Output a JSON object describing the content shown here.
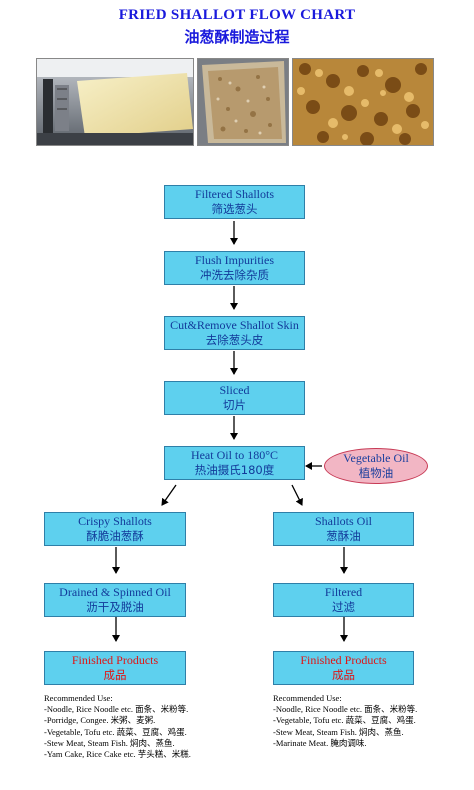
{
  "title_en": "FRIED SHALLOT FLOW CHART",
  "title_zh": "油葱酥制造过程",
  "steps": [
    {
      "en": "Filtered Shallots",
      "zh": "筛选葱头"
    },
    {
      "en": "Flush Impurities",
      "zh": "冲洗去除杂质"
    },
    {
      "en": "Cut&Remove Shallot Skin",
      "zh": "去除葱头皮"
    },
    {
      "en": "Sliced",
      "zh": "切片"
    },
    {
      "en": "Heat Oil to 180°C",
      "zh": "热油摄氏180度"
    }
  ],
  "oil": {
    "en": "Vegetable Oil",
    "zh": "植物油"
  },
  "left_branch": [
    {
      "en": "Crispy Shallots",
      "zh": "酥脆油葱酥"
    },
    {
      "en": "Drained & Spinned Oil",
      "zh": "沥干及脱油"
    },
    {
      "en": "Finished Products",
      "zh": "成品"
    }
  ],
  "right_branch": [
    {
      "en": "Shallots Oil",
      "zh": "葱酥油"
    },
    {
      "en": "Filtered",
      "zh": "过滤"
    },
    {
      "en": "Finished Products",
      "zh": "成品"
    }
  ],
  "uses_left": {
    "heading": "Recommended Use:",
    "items": [
      "-Noodle, Rice Noodle etc. 面条、米粉等.",
      "-Porridge, Congee. 米粥、麦粥.",
      "-Vegetable, Tofu etc. 蔬菜、豆腐、鸡蛋.",
      "-Stew Meat, Steam Fish. 焖肉、蒸鱼.",
      "-Yam Cake, Rice Cake etc. 芋头糕、米糕."
    ]
  },
  "uses_right": {
    "heading": "Recommended Use:",
    "items": [
      "-Noodle, Rice Noodle etc. 面条、米粉等.",
      "-Vegetable, Tofu etc. 蔬菜、豆腐、鸡蛋.",
      "-Stew Meat, Steam Fish. 焖肉、蒸鱼.",
      "-Marinate Meat. 腌肉调味."
    ]
  },
  "colors": {
    "box": "#5ed0ee",
    "box_text": "#123a9a",
    "title": "#1a1adc",
    "finished_text": "#e01515",
    "oil_fill": "#f2b6c4"
  }
}
